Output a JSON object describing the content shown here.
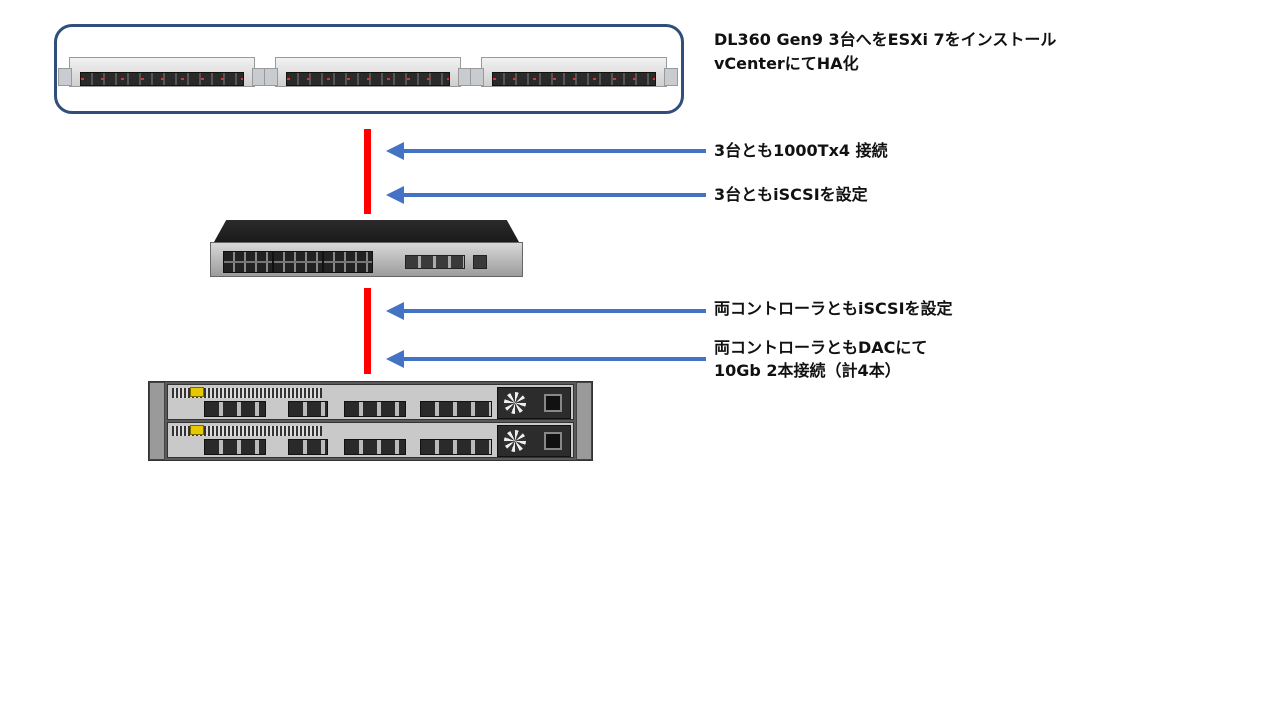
{
  "servers": {
    "title_line1": "DL360 Gen9 3台へをESXi 7をインストール",
    "title_line2": "vCenterにてHA化"
  },
  "links": {
    "upper_1": "3台とも1000Tx4 接続",
    "upper_2": "3台ともiSCSIを設定",
    "lower_1": "両コントローラともiSCSIを設定",
    "lower_2_line1": "両コントローラともDACにて",
    "lower_2_line2": "10Gb 2本接続（計4本）"
  },
  "colors": {
    "connection_line": "#ff0000",
    "arrow": "#4472c4",
    "frame_border": "#2f4f7a"
  },
  "icons": {
    "server": "rack-server-icon",
    "switch": "network-switch-icon",
    "storage": "storage-array-icon"
  }
}
